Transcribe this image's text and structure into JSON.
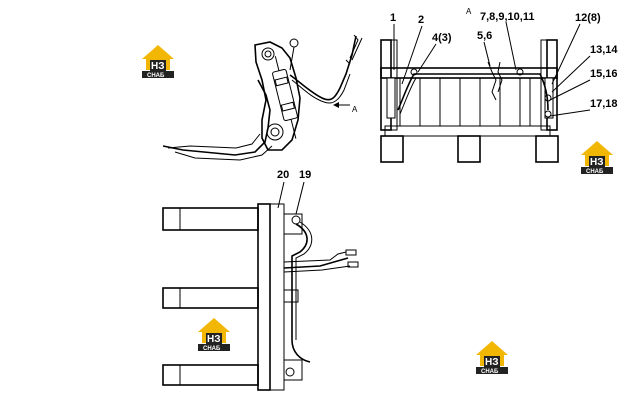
{
  "diagram": {
    "side_view": {
      "section_marker": "A"
    },
    "rear_view": {
      "section_marker": "A",
      "callouts": [
        {
          "id": "c1",
          "label": "1"
        },
        {
          "id": "c2",
          "label": "2"
        },
        {
          "id": "c3",
          "label": "4(3)"
        },
        {
          "id": "c4",
          "label": "5,6"
        },
        {
          "id": "c5",
          "label": "7,8,9,10,11"
        },
        {
          "id": "c6",
          "label": "12(8)"
        },
        {
          "id": "c7",
          "label": "13,14"
        },
        {
          "id": "c8",
          "label": "15,16"
        },
        {
          "id": "c9",
          "label": "17,18"
        }
      ]
    },
    "top_view": {
      "callouts": [
        {
          "id": "c10",
          "label": "20"
        },
        {
          "id": "c11",
          "label": "19"
        }
      ]
    }
  },
  "watermark": {
    "brand_letters": "НЗ",
    "brand_text": "СНАБ",
    "color": "#f2b705",
    "dark": "#222222"
  }
}
